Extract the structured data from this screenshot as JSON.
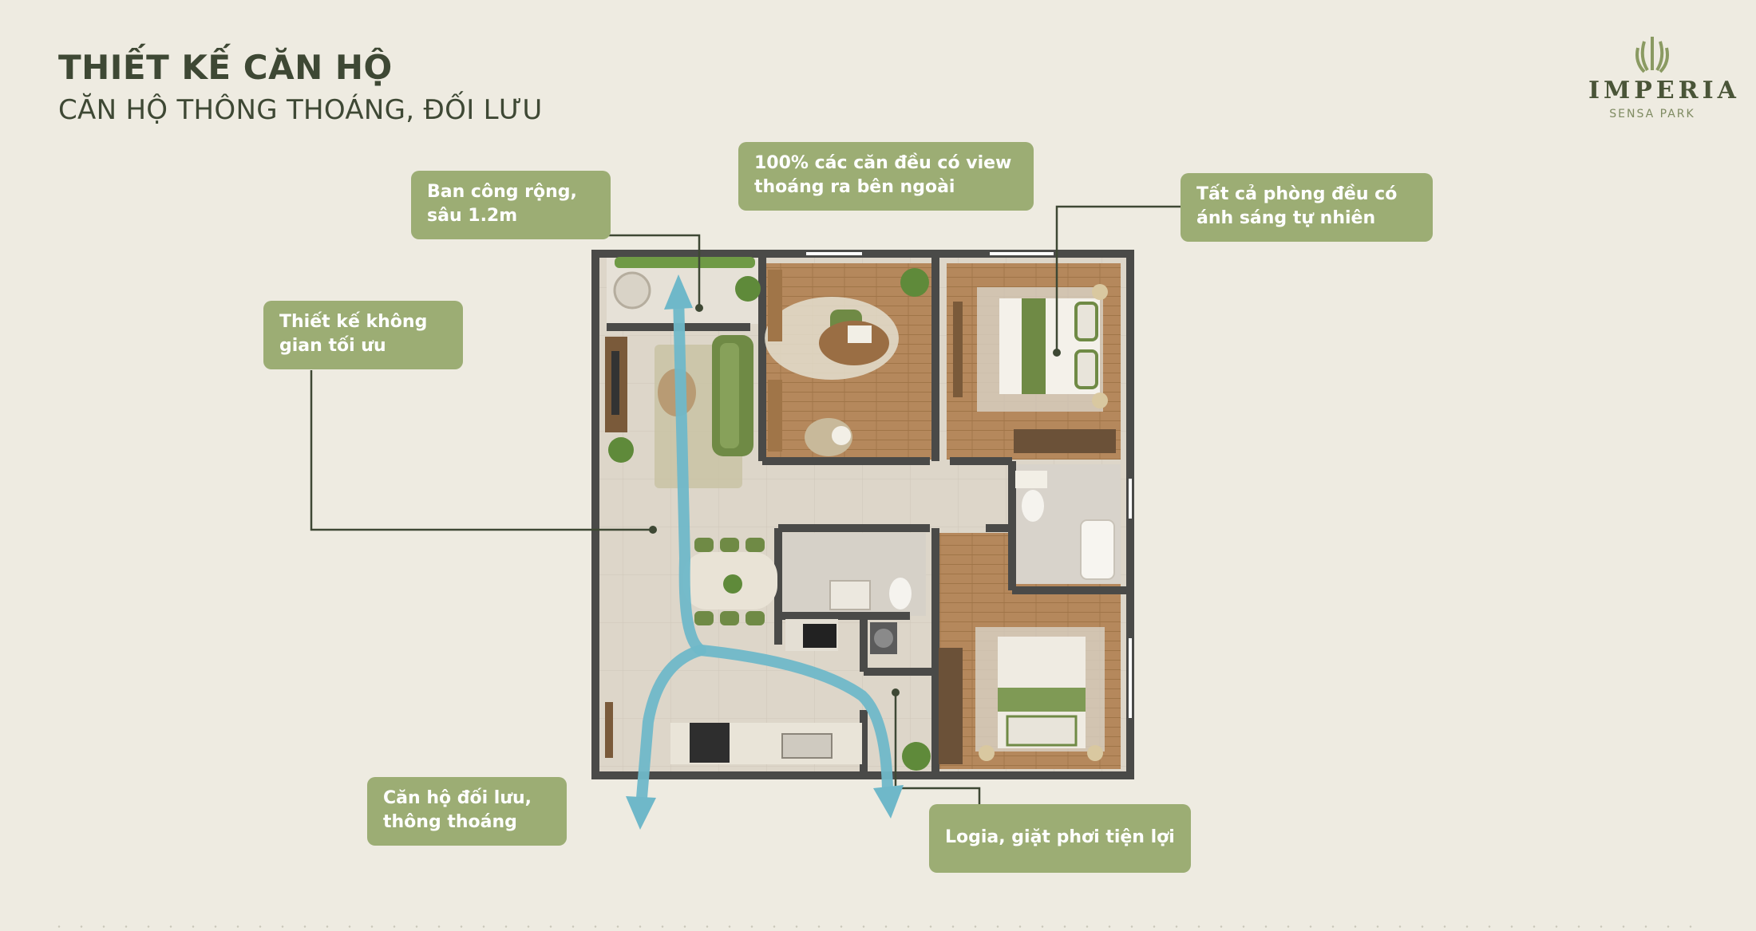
{
  "header": {
    "title": "THIẾT KẾ CĂN HỘ",
    "subtitle": "CĂN HỘ THÔNG THOÁNG, ĐỐI LƯU"
  },
  "logo": {
    "name": "IMPERIA",
    "sub": "SENSA PARK"
  },
  "callouts": {
    "view": "100% các căn đều có view thoáng ra bên ngoài",
    "balcony": "Ban công rộng, sâu 1.2m",
    "light": "Tất cả phòng đều có ánh sáng tự nhiên",
    "space": "Thiết kế không gian tối ưu",
    "airflow": "Căn hộ đối lưu, thông thoáng",
    "logia": "Logia, giặt phơi tiện lợi"
  },
  "colors": {
    "background": "#eeebe1",
    "callout": "#9cad74",
    "wall": "#4a4a48",
    "wood_floor": "#b08459",
    "tile_floor": "#dcd5c8",
    "airflow_arrow": "#6fb8c9",
    "accent_green": "#6f8a45"
  }
}
